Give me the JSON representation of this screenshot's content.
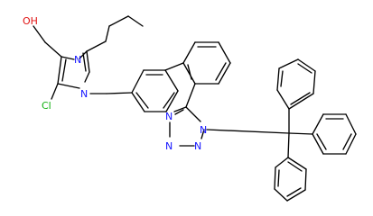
{
  "structure": {
    "atom_labels": {
      "oh": "OH",
      "cl": "Cl",
      "n_imidazole_top": "N",
      "n_imidazole_bottom": "N",
      "n_tetrazole_1": "N",
      "n_tetrazole_2": "N",
      "n_tetrazole_3": "N",
      "n_tetrazole_4": "N"
    },
    "colors": {
      "bond": "#000000",
      "nitrogen": "#1414ff",
      "oxygen": "#e01010",
      "chlorine": "#12b012",
      "background": "#ffffff"
    }
  }
}
